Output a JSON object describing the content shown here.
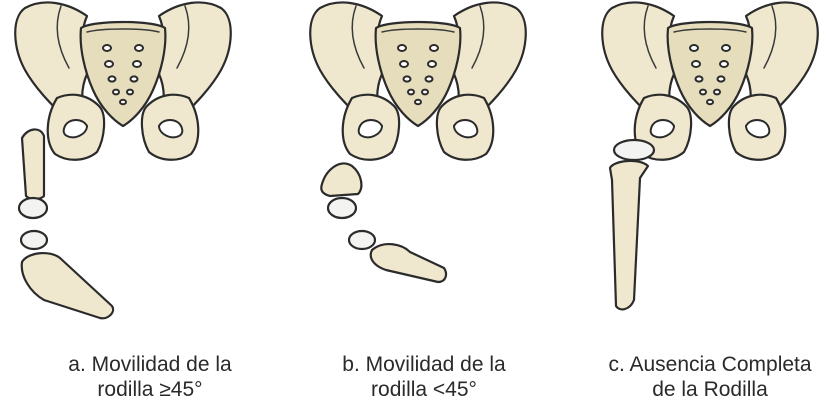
{
  "panels": [
    {
      "id": "a",
      "caption_line1": "a. Movilidad de la",
      "caption_line2": "rodilla ≥45°"
    },
    {
      "id": "b",
      "caption_line1": "b. Movilidad de la",
      "caption_line2": "rodilla <45°"
    },
    {
      "id": "c",
      "caption_line1": "c. Ausencia Completa",
      "caption_line2": "de la Rodilla"
    }
  ],
  "colors": {
    "bone": "#efe8cf",
    "bone_shade": "#e6ddbd",
    "patella": "#f3f3f1",
    "outline": "#2b2b2b",
    "caption_text": "#2a2a2a"
  }
}
